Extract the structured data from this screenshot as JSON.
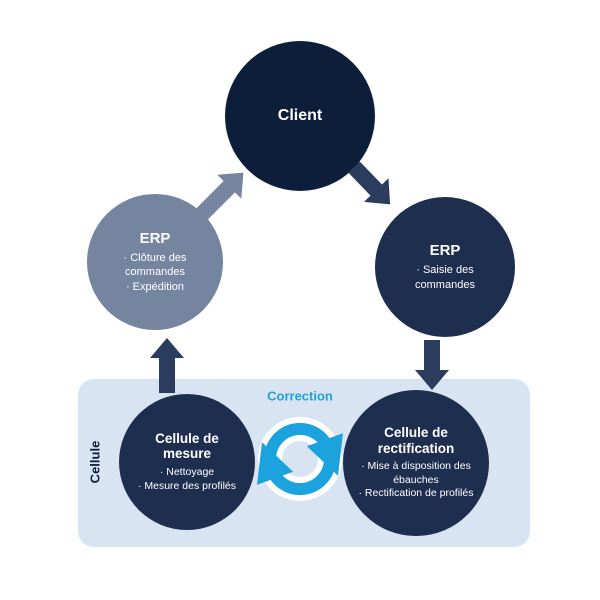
{
  "colors": {
    "client_fill": "#0d1e3a",
    "erp_right_fill": "#1e2e4f",
    "erp_left_fill": "#76859f",
    "cell_circle_fill": "#1e2e4f",
    "panel_fill": "#d8e4f2",
    "accent_cyan": "#1ba3de",
    "arrow_dark": "#2a3d5f",
    "arrow_gray": "#76859f",
    "text_light": "#ffffff",
    "text_dark": "#0d1e3a"
  },
  "nodes": {
    "client": {
      "title": "Client"
    },
    "erp_right": {
      "title": "ERP",
      "items": [
        "· Saisie des commandes"
      ]
    },
    "erp_left": {
      "title": "ERP",
      "items": [
        "· Clôture des commandes",
        "· Expédition"
      ]
    },
    "mesure": {
      "title": "Cellule de mesure",
      "items": [
        "· Nettoyage",
        "· Mesure des profilés"
      ]
    },
    "rectification": {
      "title": "Cellule de rectification",
      "items": [
        "· Mise à disposition des ébauches",
        "· Rectification de profilés"
      ]
    }
  },
  "panel": {
    "label": "Cellule"
  },
  "correction": {
    "label": "Correction"
  }
}
